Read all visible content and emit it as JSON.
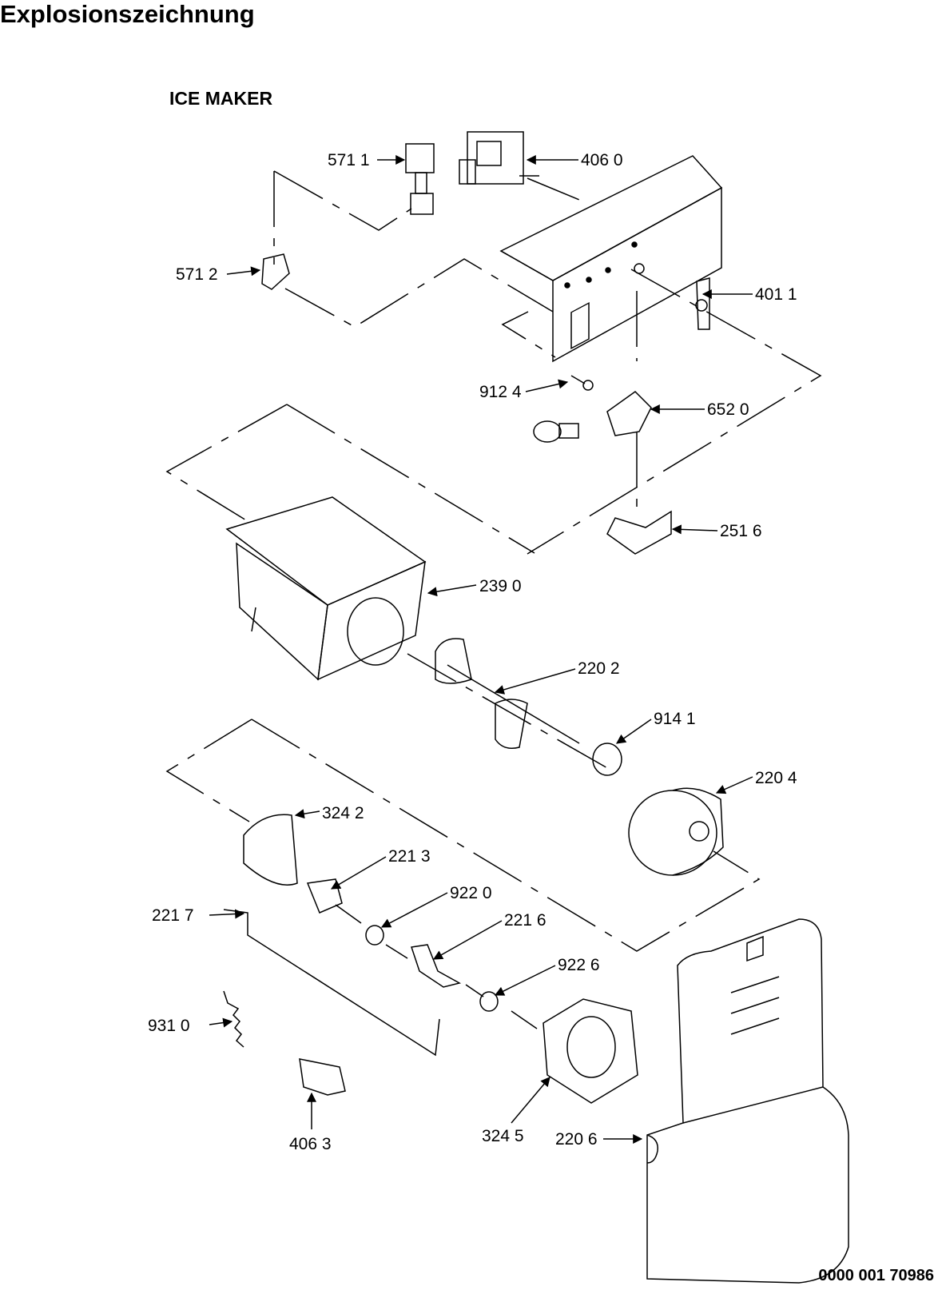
{
  "title": "Explosionszeichnung",
  "subtitle": "ICE MAKER",
  "document_number": "0000 001 70986",
  "parts": [
    {
      "id": "p5711",
      "label": "571 1"
    },
    {
      "id": "p4060",
      "label": "406 0"
    },
    {
      "id": "p5712",
      "label": "571 2"
    },
    {
      "id": "p4011",
      "label": "401 1"
    },
    {
      "id": "p9124",
      "label": "912 4"
    },
    {
      "id": "p6520",
      "label": "652 0"
    },
    {
      "id": "p2516",
      "label": "251 6"
    },
    {
      "id": "p2390",
      "label": "239 0"
    },
    {
      "id": "p2202",
      "label": "220 2"
    },
    {
      "id": "p9141",
      "label": "914 1"
    },
    {
      "id": "p2204",
      "label": "220 4"
    },
    {
      "id": "p3242",
      "label": "324 2"
    },
    {
      "id": "p2213",
      "label": "221 3"
    },
    {
      "id": "p9220",
      "label": "922 0"
    },
    {
      "id": "p2217",
      "label": "221 7"
    },
    {
      "id": "p2216",
      "label": "221 6"
    },
    {
      "id": "p9226",
      "label": "922 6"
    },
    {
      "id": "p9310",
      "label": "931 0"
    },
    {
      "id": "p4063",
      "label": "406 3"
    },
    {
      "id": "p3245",
      "label": "324 5"
    },
    {
      "id": "p2206",
      "label": "220 6"
    }
  ]
}
